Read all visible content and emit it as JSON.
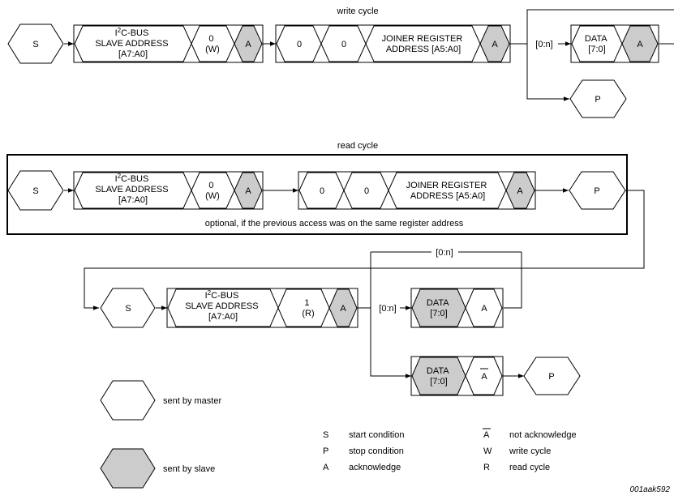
{
  "write_cycle": {
    "title": "write cycle",
    "start": "S",
    "slave_address": [
      "I2C-BUS",
      "SLAVE ADDRESS",
      "[A7:A0]"
    ],
    "rw": [
      "0",
      "(W)"
    ],
    "ack1": "A",
    "bit1": "0",
    "bit2": "0",
    "register": [
      "JOINER REGISTER",
      "ADDRESS [A5:A0]"
    ],
    "ack2": "A",
    "repeat": "[0:n]",
    "data": [
      "DATA",
      "[7:0]"
    ],
    "ack3": "A",
    "stop": "P"
  },
  "read_cycle": {
    "title": "read cycle",
    "start": "S",
    "slave_address": [
      "I2C-BUS",
      "SLAVE ADDRESS",
      "[A7:A0]"
    ],
    "rw": [
      "0",
      "(W)"
    ],
    "ack1": "A",
    "bit1": "0",
    "bit2": "0",
    "register": [
      "JOINER REGISTER",
      "ADDRESS [A5:A0]"
    ],
    "ack2": "A",
    "stop": "P",
    "optional_note": "optional, if the previous access was on the same register address",
    "repeat_top": "[0:n]",
    "start2": "S",
    "slave_address2": [
      "I2C-BUS",
      "SLAVE ADDRESS",
      "[A7:A0]"
    ],
    "rw2": [
      "1",
      "(R)"
    ],
    "ack3": "A",
    "repeat": "[0:n]",
    "data1": [
      "DATA",
      "[7:0]"
    ],
    "ack4": "A",
    "data2": [
      "DATA",
      "[7:0]"
    ],
    "nack": "A",
    "stop2": "P"
  },
  "legend": {
    "master": "sent by master",
    "slave": "sent by slave",
    "items": [
      {
        "symbol": "S",
        "text": "start condition"
      },
      {
        "symbol": "P",
        "text": "stop condition"
      },
      {
        "symbol": "A",
        "text": "acknowledge"
      },
      {
        "symbol": "A",
        "text": "not acknowledge"
      },
      {
        "symbol": "W",
        "text": "write cycle"
      },
      {
        "symbol": "R",
        "text": "read cycle"
      }
    ]
  },
  "figure_id": "001aak592"
}
